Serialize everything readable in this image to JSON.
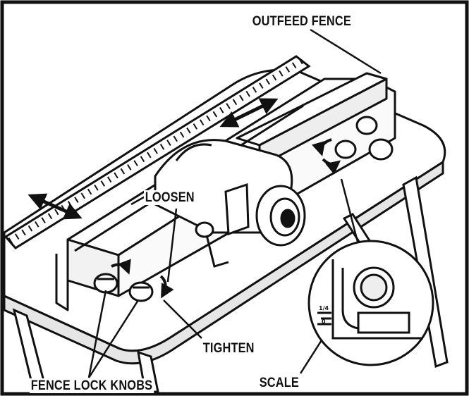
{
  "labels": {
    "outfeed_fence": "OUTFEED FENCE",
    "loosen": "LOOSEN",
    "tighten": "TIGHTEN",
    "fence_lock_knobs": "FENCE LOCK KNOBS",
    "scale": "SCALE"
  },
  "scale_marks": {
    "upper": "1/4",
    "lower": "0"
  },
  "colors": {
    "ink": "#111111",
    "paper": "#ffffff",
    "shade": "#d9d9d9"
  }
}
